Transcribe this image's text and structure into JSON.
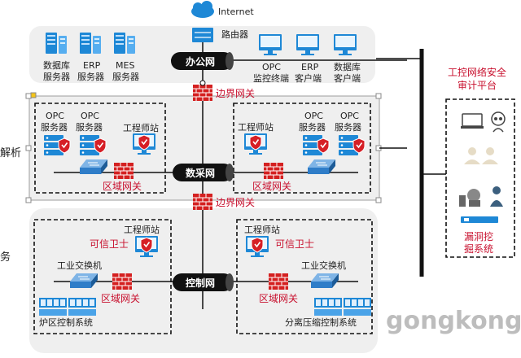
{
  "colors": {
    "accent_blue": "#1e88d6",
    "shield_red": "#d61f26",
    "firewall_red": "#d42020",
    "zone_gray": "#efefef",
    "bus_black": "#111111"
  },
  "top": {
    "internet": "Internet",
    "router": "路由器",
    "office_net": "办公网",
    "servers": [
      {
        "l1": "数据库",
        "l2": "服务器"
      },
      {
        "l1": "ERP",
        "l2": "服务器"
      },
      {
        "l1": "MES",
        "l2": "服务器"
      }
    ],
    "clients": [
      {
        "l1": "OPC",
        "l2": "监控终端"
      },
      {
        "l1": "ERP",
        "l2": "客户端"
      },
      {
        "l1": "数据库",
        "l2": "客户端"
      }
    ]
  },
  "boundary": {
    "gw1": "边界网关",
    "gw2": "边界网关"
  },
  "mid": {
    "net": "数采网",
    "left_opc1": {
      "l1": "OPC",
      "l2": "服务器"
    },
    "left_opc2": {
      "l1": "OPC",
      "l2": "服务器"
    },
    "left_eng": "工程师站",
    "left_gw": "区域网关",
    "right_eng": "工程师站",
    "right_opc1": {
      "l1": "OPC",
      "l2": "服务器"
    },
    "right_opc2": {
      "l1": "OPC",
      "l2": "服务器"
    },
    "right_gw": "区域网关",
    "cut_left": "解析"
  },
  "bottom": {
    "net": "控制网",
    "left_eng": "工程师站",
    "left_guard": "可信卫士",
    "left_switch": "工业交换机",
    "left_gw": "区域网关",
    "left_sys": "炉区控制系统",
    "right_eng": "工程师站",
    "right_guard": "可信卫士",
    "right_switch": "工业交换机",
    "right_gw": "区域网关",
    "right_sys": "分离压缩控制系统",
    "cut_left": "务"
  },
  "audit": {
    "title1": "工控网络安全",
    "title2": "审计平台",
    "vuln1": "漏洞挖",
    "vuln2": "掘系统"
  },
  "watermark": "gongkong"
}
